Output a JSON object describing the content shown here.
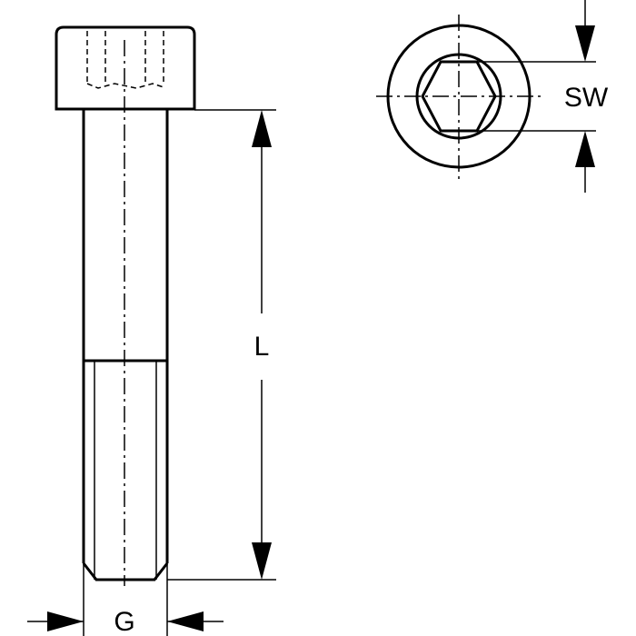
{
  "labels": {
    "length": "L",
    "thread": "G",
    "wrench_size": "SW"
  },
  "colors": {
    "line": "#000000",
    "background": "#ffffff"
  }
}
